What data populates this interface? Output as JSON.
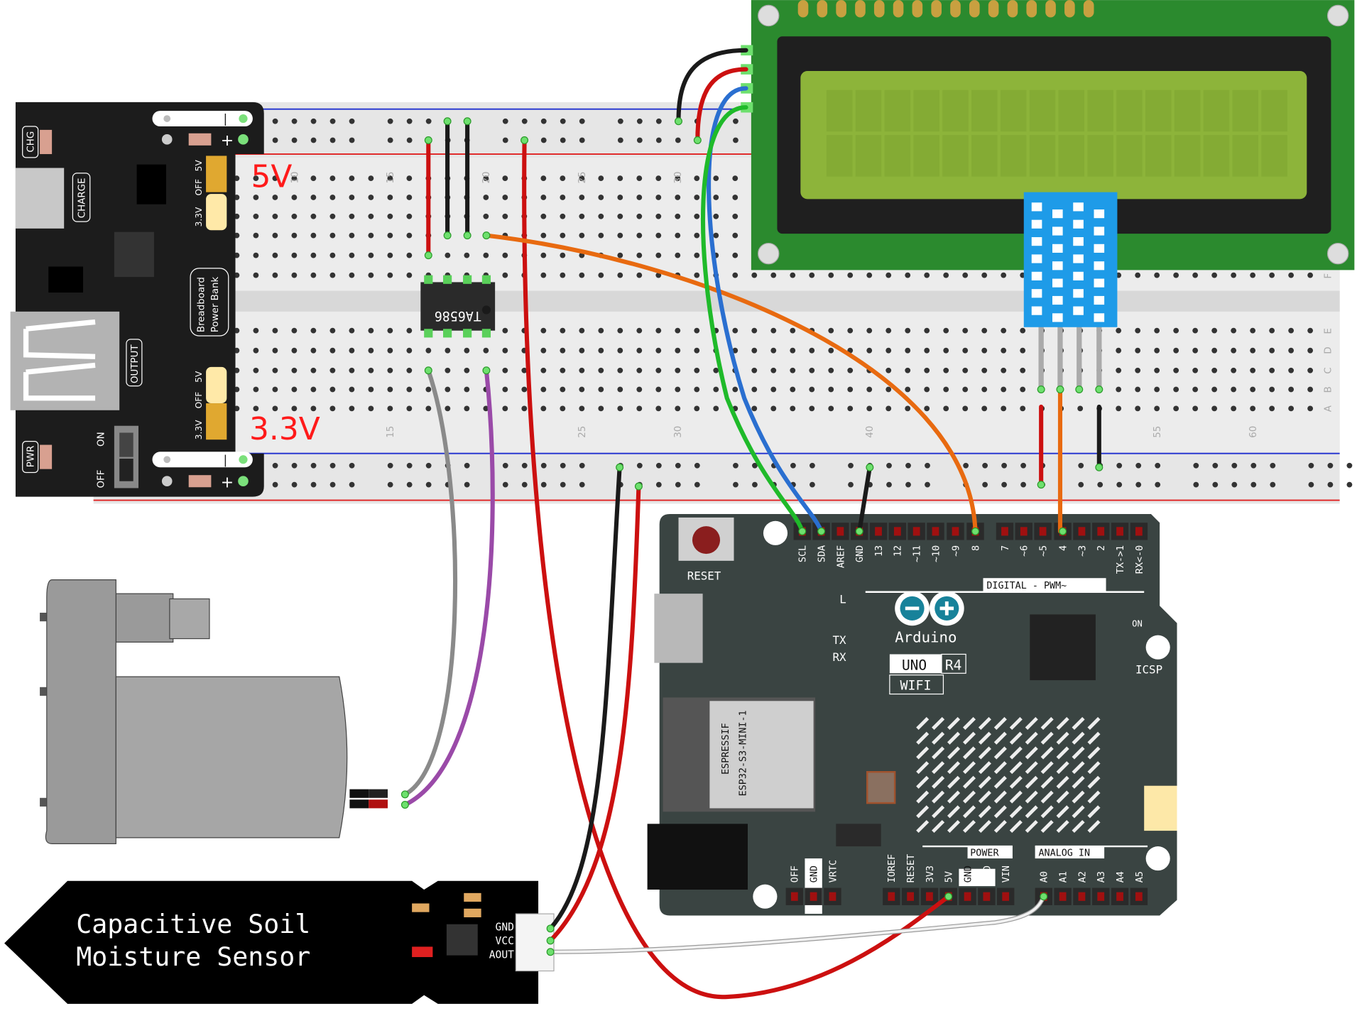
{
  "breadboard": {
    "top_column_numbers": [
      "10",
      "15",
      "20",
      "25",
      "30"
    ],
    "bottom_column_numbers": [
      "15",
      "25",
      "30",
      "40",
      "55",
      "60"
    ],
    "row_letters_lower": [
      "E",
      "D",
      "C",
      "B",
      "A"
    ],
    "row_letter_upper": "F",
    "rail_voltage_top": "5V",
    "rail_voltage_bottom": "3.3V"
  },
  "power_module": {
    "chg": "CHG",
    "charge": "CHARGE",
    "title_line1": "Breadboard",
    "title_line2": "Power Bank",
    "output": "OUTPUT",
    "pwr": "PWR",
    "on": "ON",
    "off": "OFF",
    "jumper_5v": "5V",
    "jumper_off": "OFF",
    "jumper_33v": "3.3V",
    "plus": "+",
    "minus": "|"
  },
  "driver_chip": {
    "label": "TA6586"
  },
  "arduino": {
    "brand": "Arduino",
    "model": "UNO",
    "revision": "R4",
    "variant": "WIFI",
    "reset": "RESET",
    "digital_label": "DIGITAL - PWM~",
    "power_label": "POWER",
    "analog_label": "ANALOG IN",
    "icsp": "ICSP",
    "on": "ON",
    "led_l": "L",
    "tx": "TX",
    "rx": "RX",
    "module_vendor": "ESPRESSIF",
    "module_name": "ESP32-S3-MINI-1",
    "top_pins": [
      "SCL",
      "SDA",
      "AREF",
      "GND",
      "13",
      "12",
      "~11",
      "~10",
      "~9",
      "8",
      "7",
      "~6",
      "~5",
      "4",
      "~3",
      "2",
      "TX->1",
      "RX<-0"
    ],
    "bottom_pins": [
      "IOREF",
      "RESET",
      "3V3",
      "5V",
      "GND",
      "GND",
      "VIN",
      "A0",
      "A1",
      "A2",
      "A3",
      "A4",
      "A5"
    ],
    "left_pins": [
      "OFF",
      "GND",
      "VRTC"
    ]
  },
  "soil_sensor": {
    "title_line1": "Capacitive Soil",
    "title_line2": "Moisture Sensor",
    "pins": [
      "GND",
      "VCC",
      "AOUT"
    ]
  },
  "colors": {
    "wire_red": "#cc1010",
    "wire_black": "#1a1a1a",
    "wire_orange": "#e86a10",
    "wire_green": "#1fba2a",
    "wire_blue": "#2a6fd0",
    "wire_gray": "#8a8a8a",
    "wire_purple": "#9a4aa8",
    "wire_white": "#f2f2f2",
    "lcd_pcb": "#2b8a2e",
    "lcd_screen": "#8db43a",
    "dht_blue": "#1e9be8",
    "arduino_pcb": "#3a4442",
    "rail_label": "#ff1a1a"
  }
}
